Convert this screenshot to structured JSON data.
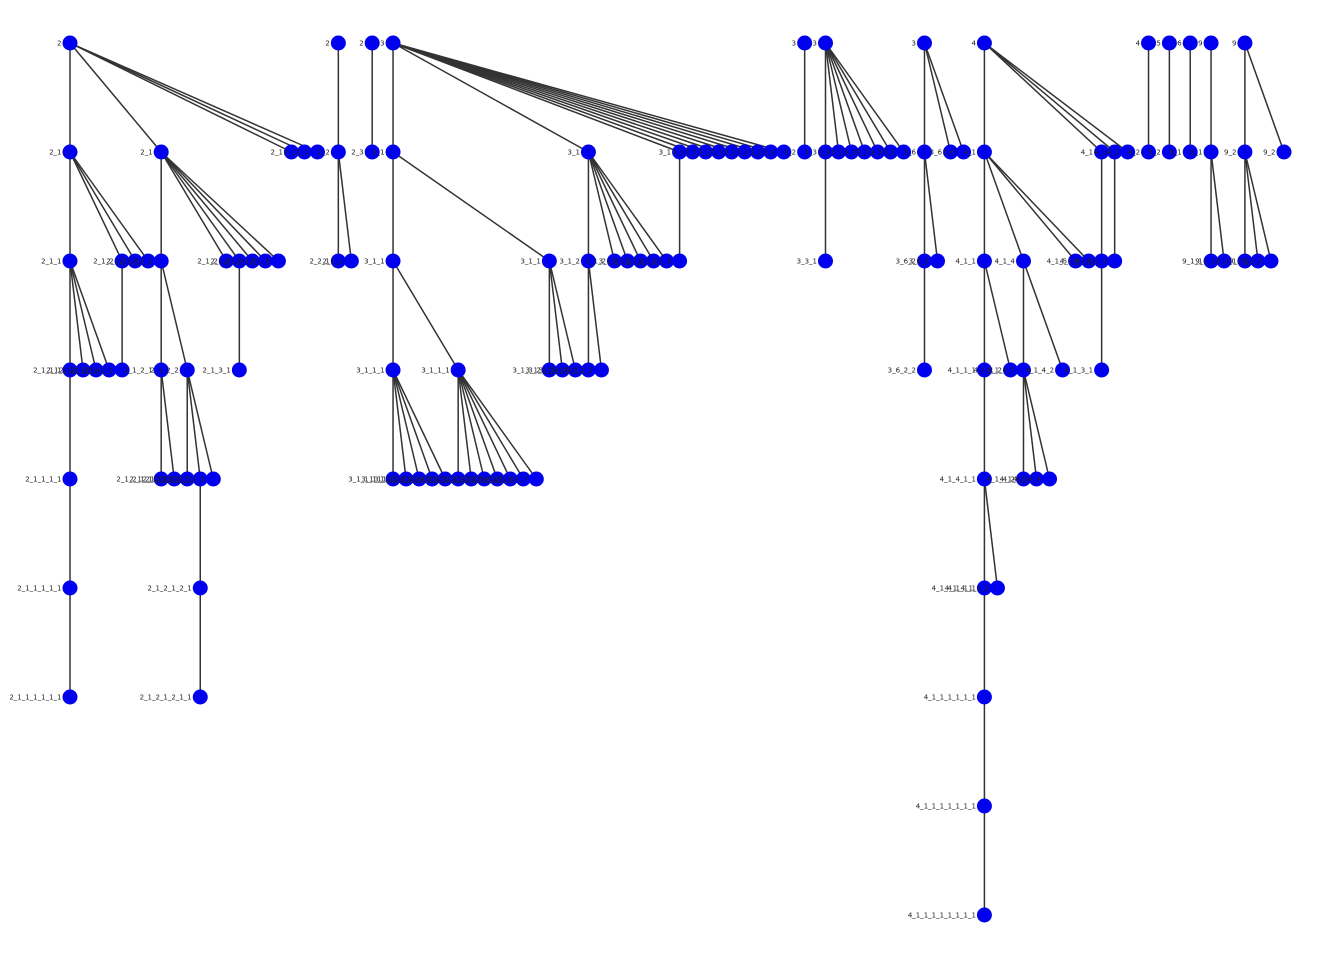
{
  "diagram": {
    "type": "tree",
    "node_color": "#0000ee",
    "edge_color": "#333333",
    "roots": [
      {
        "label": "2",
        "children": [
          {
            "label": "2_1",
            "children": [
              {
                "label": "2_1_1",
                "children": [
                  {
                    "label": "2_1_1_1",
                    "children": [
                      {
                        "label": "2_1_1_1_1",
                        "children": [
                          {
                            "label": "2_1_1_1_1_1",
                            "children": [
                              {
                                "label": "2_1_1_1_1_1_1"
                              }
                            ]
                          }
                        ]
                      }
                    ]
                  },
                  {
                    "label": "2_1_1_2"
                  },
                  {
                    "label": "2_1_1_3"
                  },
                  {
                    "label": "2_1_1_4"
                  }
                ]
              },
              {
                "label": "2_1_2",
                "children": [
                  {
                    "label": "2_1_2_1"
                  }
                ]
              },
              {
                "label": "2_1_3"
              },
              {
                "label": "2_1_4"
              }
            ]
          },
          {
            "label": "2_1",
            "children": [
              {
                "label": "2_1_2",
                "children": [
                  {
                    "label": "2_1_2_1",
                    "children": [
                      {
                        "label": "2_1_2_1_1"
                      },
                      {
                        "label": "2_1_2_1_2"
                      }
                    ]
                  },
                  {
                    "label": "2_1_2_2",
                    "children": [
                      {
                        "label": "2_1_2_2_1"
                      },
                      {
                        "label": "2_1_2_1_2",
                        "children": [
                          {
                            "label": "2_1_2_1_2_1",
                            "children": [
                              {
                                "label": "2_1_2_1_2_1_1"
                              }
                            ]
                          }
                        ]
                      },
                      {
                        "label": "2_1_2_2_3"
                      }
                    ]
                  }
                ]
              },
              {
                "label": "2_1_2"
              },
              {
                "label": "2_1_3",
                "children": [
                  {
                    "label": "2_1_3_1"
                  }
                ]
              },
              {
                "label": "2_1_4"
              },
              {
                "label": "2_1_5"
              },
              {
                "label": "2_1_6"
              }
            ]
          },
          {
            "label": "2_1"
          },
          {
            "label": "2_1"
          },
          {
            "label": "2_1"
          }
        ]
      },
      {
        "label": "2",
        "children": [
          {
            "label": "2_2",
            "children": [
              {
                "label": "2_2_1"
              },
              {
                "label": "2_2_2"
              }
            ]
          }
        ]
      },
      {
        "label": "2",
        "children": [
          {
            "label": "2_3"
          }
        ]
      },
      {
        "label": "3",
        "children": [
          {
            "label": "3_1",
            "children": [
              {
                "label": "3_1_1",
                "children": [
                  {
                    "label": "3_1_1_1",
                    "children": [
                      {
                        "label": "3_1_1_1_1"
                      },
                      {
                        "label": "3_1_1_1_2"
                      },
                      {
                        "label": "3_1_1_1_3"
                      },
                      {
                        "label": "3_1_1_1_4"
                      },
                      {
                        "label": "3_1_1_1_5"
                      }
                    ]
                  },
                  {
                    "label": "3_1_1_1",
                    "children": [
                      {
                        "label": "3_1_1_1_1"
                      },
                      {
                        "label": "3_1_1_1_2"
                      },
                      {
                        "label": "3_1_1_1_3"
                      },
                      {
                        "label": "3_1_1_1_4"
                      },
                      {
                        "label": "3_1_1_1_5"
                      },
                      {
                        "label": "3_1_1_1_6"
                      },
                      {
                        "label": "3_1_1_1_7"
                      }
                    ]
                  }
                ]
              },
              {
                "label": "3_1_1",
                "children": [
                  {
                    "label": "3_1_3_2"
                  },
                  {
                    "label": "3_1_3_3"
                  },
                  {
                    "label": "3_1_3_4"
                  }
                ]
              }
            ]
          },
          {
            "label": "3_1",
            "children": [
              {
                "label": "3_1_2",
                "children": [
                  {
                    "label": "3_1_2_1"
                  },
                  {
                    "label": "3_1_2_2"
                  }
                ]
              },
              {
                "label": "3_1_2"
              },
              {
                "label": "3_1_2"
              },
              {
                "label": "3_1_2"
              },
              {
                "label": "3_1_2"
              },
              {
                "label": "3_1_2"
              }
            ]
          },
          {
            "label": "3_1",
            "children": [
              {
                "label": "3_1_3"
              }
            ]
          },
          {
            "label": "3_1"
          },
          {
            "label": "3_1"
          },
          {
            "label": "3_1"
          },
          {
            "label": "3_1"
          },
          {
            "label": "3_1"
          },
          {
            "label": "3_1"
          },
          {
            "label": "3_1"
          },
          {
            "label": "3_1"
          }
        ]
      },
      {
        "label": "3",
        "children": [
          {
            "label": "3_2"
          }
        ]
      },
      {
        "label": "3",
        "children": [
          {
            "label": "3_3",
            "children": [
              {
                "label": "3_3_1"
              }
            ]
          },
          {
            "label": "3_3"
          },
          {
            "label": "3_3"
          },
          {
            "label": "3_3"
          },
          {
            "label": "3_3"
          },
          {
            "label": "3_3"
          },
          {
            "label": "3_3"
          }
        ]
      },
      {
        "label": "3",
        "children": [
          {
            "label": "3_6",
            "children": [
              {
                "label": "3_6_2",
                "children": [
                  {
                    "label": "3_6_2_2"
                  }
                ]
              },
              {
                "label": "3_6_3"
              }
            ]
          },
          {
            "label": "3_6"
          },
          {
            "label": "3_6"
          }
        ]
      },
      {
        "label": "4",
        "children": [
          {
            "label": "4_1",
            "children": [
              {
                "label": "4_1_1",
                "children": [
                  {
                    "label": "4_1_1_1",
                    "children": [
                      {
                        "label": "4_1_4_1_1",
                        "children": [
                          {
                            "label": "4_1_4_1_1_1",
                            "children": [
                              {
                                "label": "4_1_1_1_1_1_1",
                                "children": [
                                  {
                                    "label": "4_1_1_1_1_1_1_1",
                                    "children": [
                                      {
                                        "label": "4_1_1_1_1_1_1_1_1"
                                      }
                                    ]
                                  }
                                ]
                              }
                            ]
                          },
                          {
                            "label": "4_1_4_1_1_2"
                          }
                        ]
                      }
                    ]
                  },
                  {
                    "label": "4_1_1_2"
                  }
                ]
              },
              {
                "label": "4_1_4",
                "children": [
                  {
                    "label": "4_1_4_1",
                    "children": [
                      {
                        "label": "4_1_4_2"
                      },
                      {
                        "label": "4_1_4_3"
                      },
                      {
                        "label": "4_1_4_4"
                      }
                    ]
                  },
                  {
                    "label": "4_1_4_2"
                  }
                ]
              },
              {
                "label": "4_1_5"
              },
              {
                "label": "4_1_6"
              }
            ]
          },
          {
            "label": "4_1",
            "children": [
              {
                "label": "4_1_3",
                "children": [
                  {
                    "label": "4_1_3_1"
                  }
                ]
              }
            ]
          },
          {
            "label": "4_1",
            "children": [
              {
                "label": "4_1_4"
              }
            ]
          },
          {
            "label": "4_1"
          }
        ]
      },
      {
        "label": "4",
        "children": [
          {
            "label": "4_2"
          }
        ]
      },
      {
        "label": "5",
        "children": [
          {
            "label": "5_2"
          }
        ]
      },
      {
        "label": "6",
        "children": [
          {
            "label": "6_1"
          }
        ]
      },
      {
        "label": "9",
        "children": [
          {
            "label": "9_1",
            "children": [
              {
                "label": "9_1_1"
              },
              {
                "label": "9_1_2"
              }
            ]
          }
        ]
      },
      {
        "label": "9",
        "children": [
          {
            "label": "9_2",
            "children": [
              {
                "label": "9_2_1"
              },
              {
                "label": "9_2_2"
              },
              {
                "label": "9_2_3"
              }
            ]
          },
          {
            "label": "9_2"
          }
        ]
      }
    ]
  }
}
